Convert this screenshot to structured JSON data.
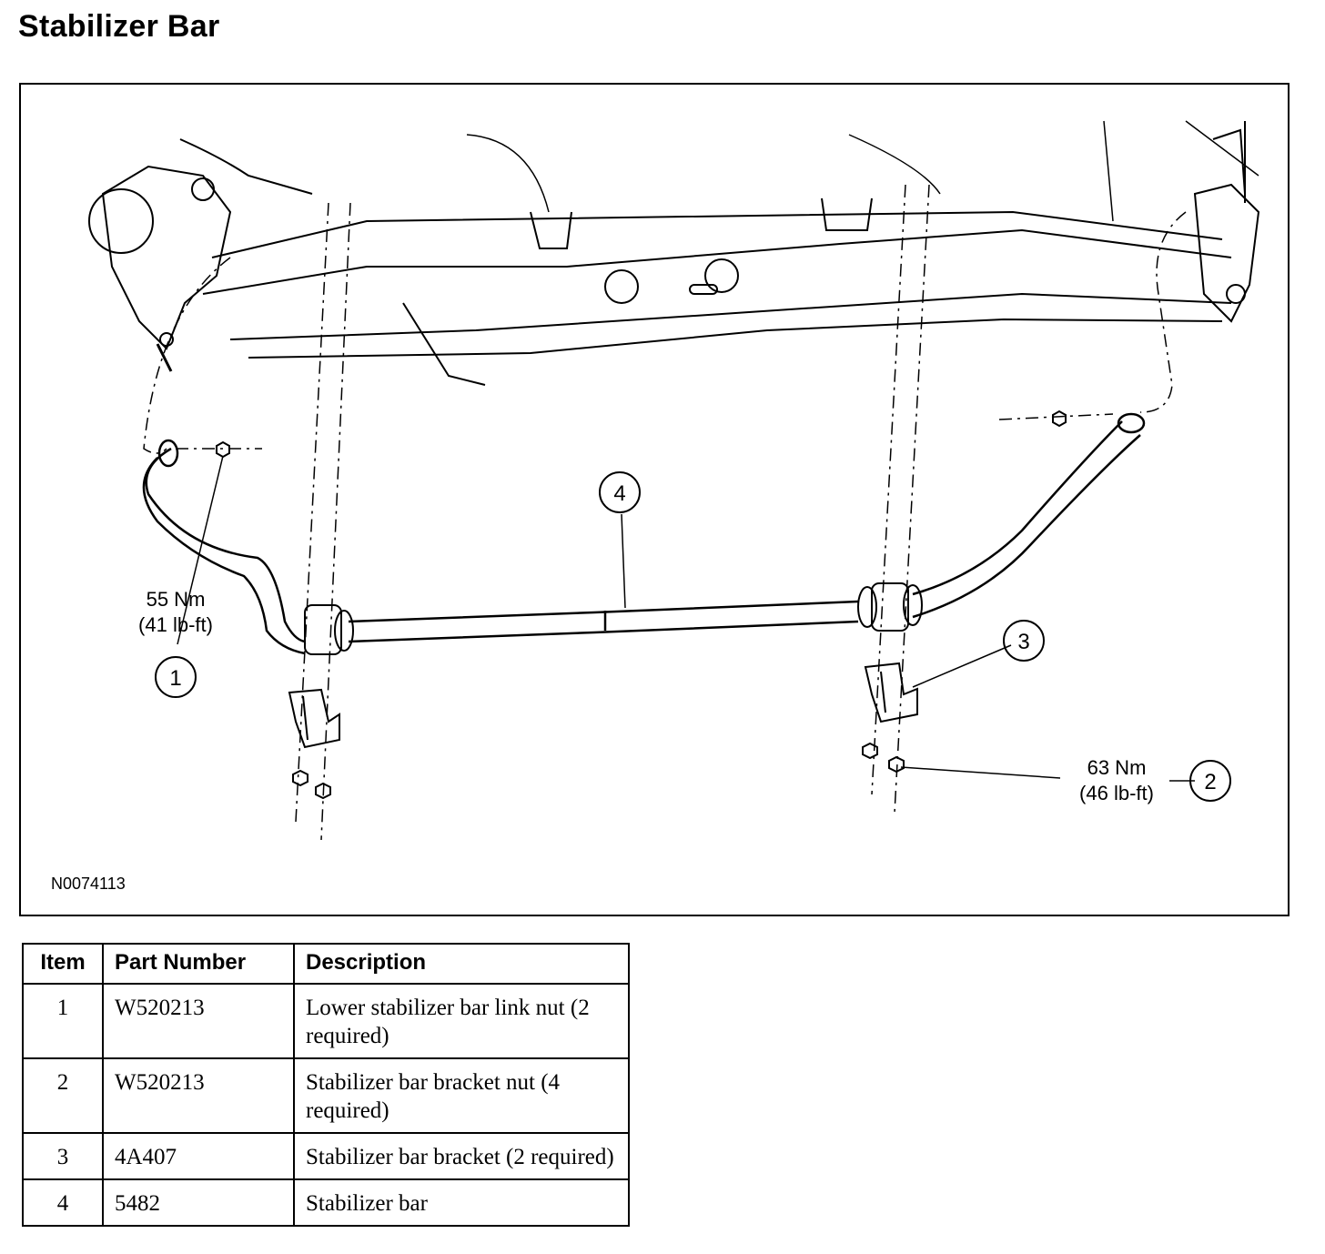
{
  "title": "Stabilizer Bar",
  "figure": {
    "id": "N0074113",
    "callouts": [
      "1",
      "2",
      "3",
      "4"
    ],
    "torque_1": {
      "nm": "55 Nm",
      "lbft": "(41 lb-ft)"
    },
    "torque_2": {
      "nm": "63 Nm",
      "lbft": "(46 lb-ft)"
    }
  },
  "table": {
    "headers": [
      "Item",
      "Part Number",
      "Description"
    ],
    "rows": [
      {
        "item": "1",
        "part": "W520213",
        "desc": "Lower stabilizer bar link nut (2 required)"
      },
      {
        "item": "2",
        "part": "W520213",
        "desc": "Stabilizer bar bracket nut (4 required)"
      },
      {
        "item": "3",
        "part": "4A407",
        "desc": "Stabilizer bar bracket (2 required)"
      },
      {
        "item": "4",
        "part": "5482",
        "desc": "Stabilizer bar"
      }
    ]
  }
}
